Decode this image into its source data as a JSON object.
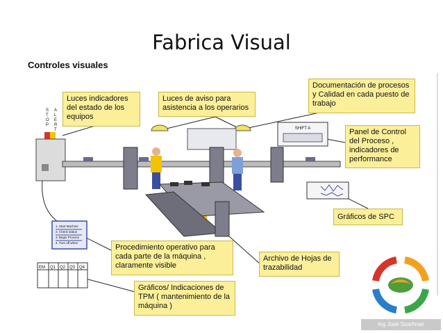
{
  "slide": {
    "title": "Fabrica Visual",
    "subtitle": "Controles visuales"
  },
  "callouts": {
    "luces_indicadores": "Luces indicadores del estado de los equipos",
    "luces_aviso": "Luces de aviso para asistencia a los operarios",
    "documentacion": "Documentación de procesos y Calidad en cada puesto de trabajo",
    "panel_control": "Panel de Control del Proceso , indicadores de performance",
    "graficos_spc": "Gráficos de SPC",
    "procedimiento": "Procedimiento operativo para cada parte de la máquina , claramente visible",
    "archivo": "Archivo de Hojas de trazabilidad",
    "graficos_tpm": "Gráficos/ Indicaciones de TPM ( mantenimiento de la máquina )"
  },
  "illustration": {
    "stop_alert_letters": [
      "S",
      "T",
      "O",
      "P",
      "A",
      "L",
      "E",
      "R",
      "T"
    ],
    "shift_board_title": "SHIFT A",
    "procedure_steps": [
      "1. Start Machine",
      "2. Check status",
      "3. Begin Process",
      "4. Turn off when"
    ],
    "checklist_headers": [
      "EM",
      "Q1",
      "Q2",
      "Q3",
      "Q4"
    ]
  },
  "footer": {
    "author": "Ing José Szarfman"
  },
  "colors": {
    "callout_fill": "#fcef9a",
    "logo_red": "#d8342a",
    "logo_orange": "#f2a01e",
    "logo_green": "#3aa64a",
    "logo_blue": "#2a7ec8"
  }
}
